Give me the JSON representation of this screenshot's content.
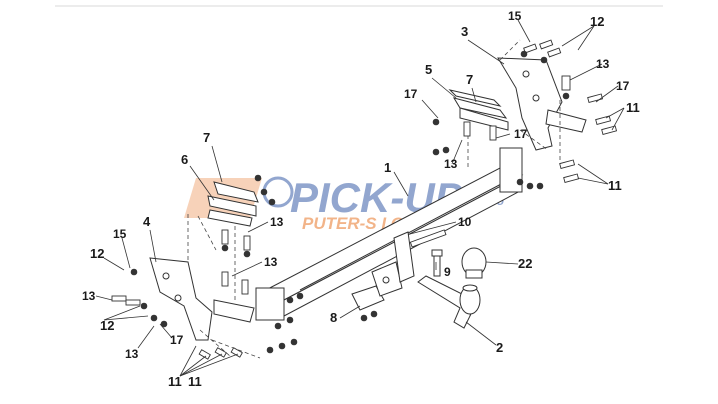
{
  "watermark": {
    "brand_main": "PICK-UP",
    "brand_suffix": "so",
    "tagline": "PUTER-S I CTI",
    "color_blue": "#3a5fa8",
    "color_orange": "#e8782a"
  },
  "callouts": [
    "1",
    "2",
    "3",
    "4",
    "5",
    "6",
    "7",
    "7",
    "8",
    "9",
    "10",
    "11",
    "11",
    "11",
    "11",
    "12",
    "12",
    "12",
    "13",
    "13",
    "13",
    "13",
    "13",
    "13",
    "15",
    "15",
    "17",
    "17",
    "17",
    "17",
    "22"
  ]
}
